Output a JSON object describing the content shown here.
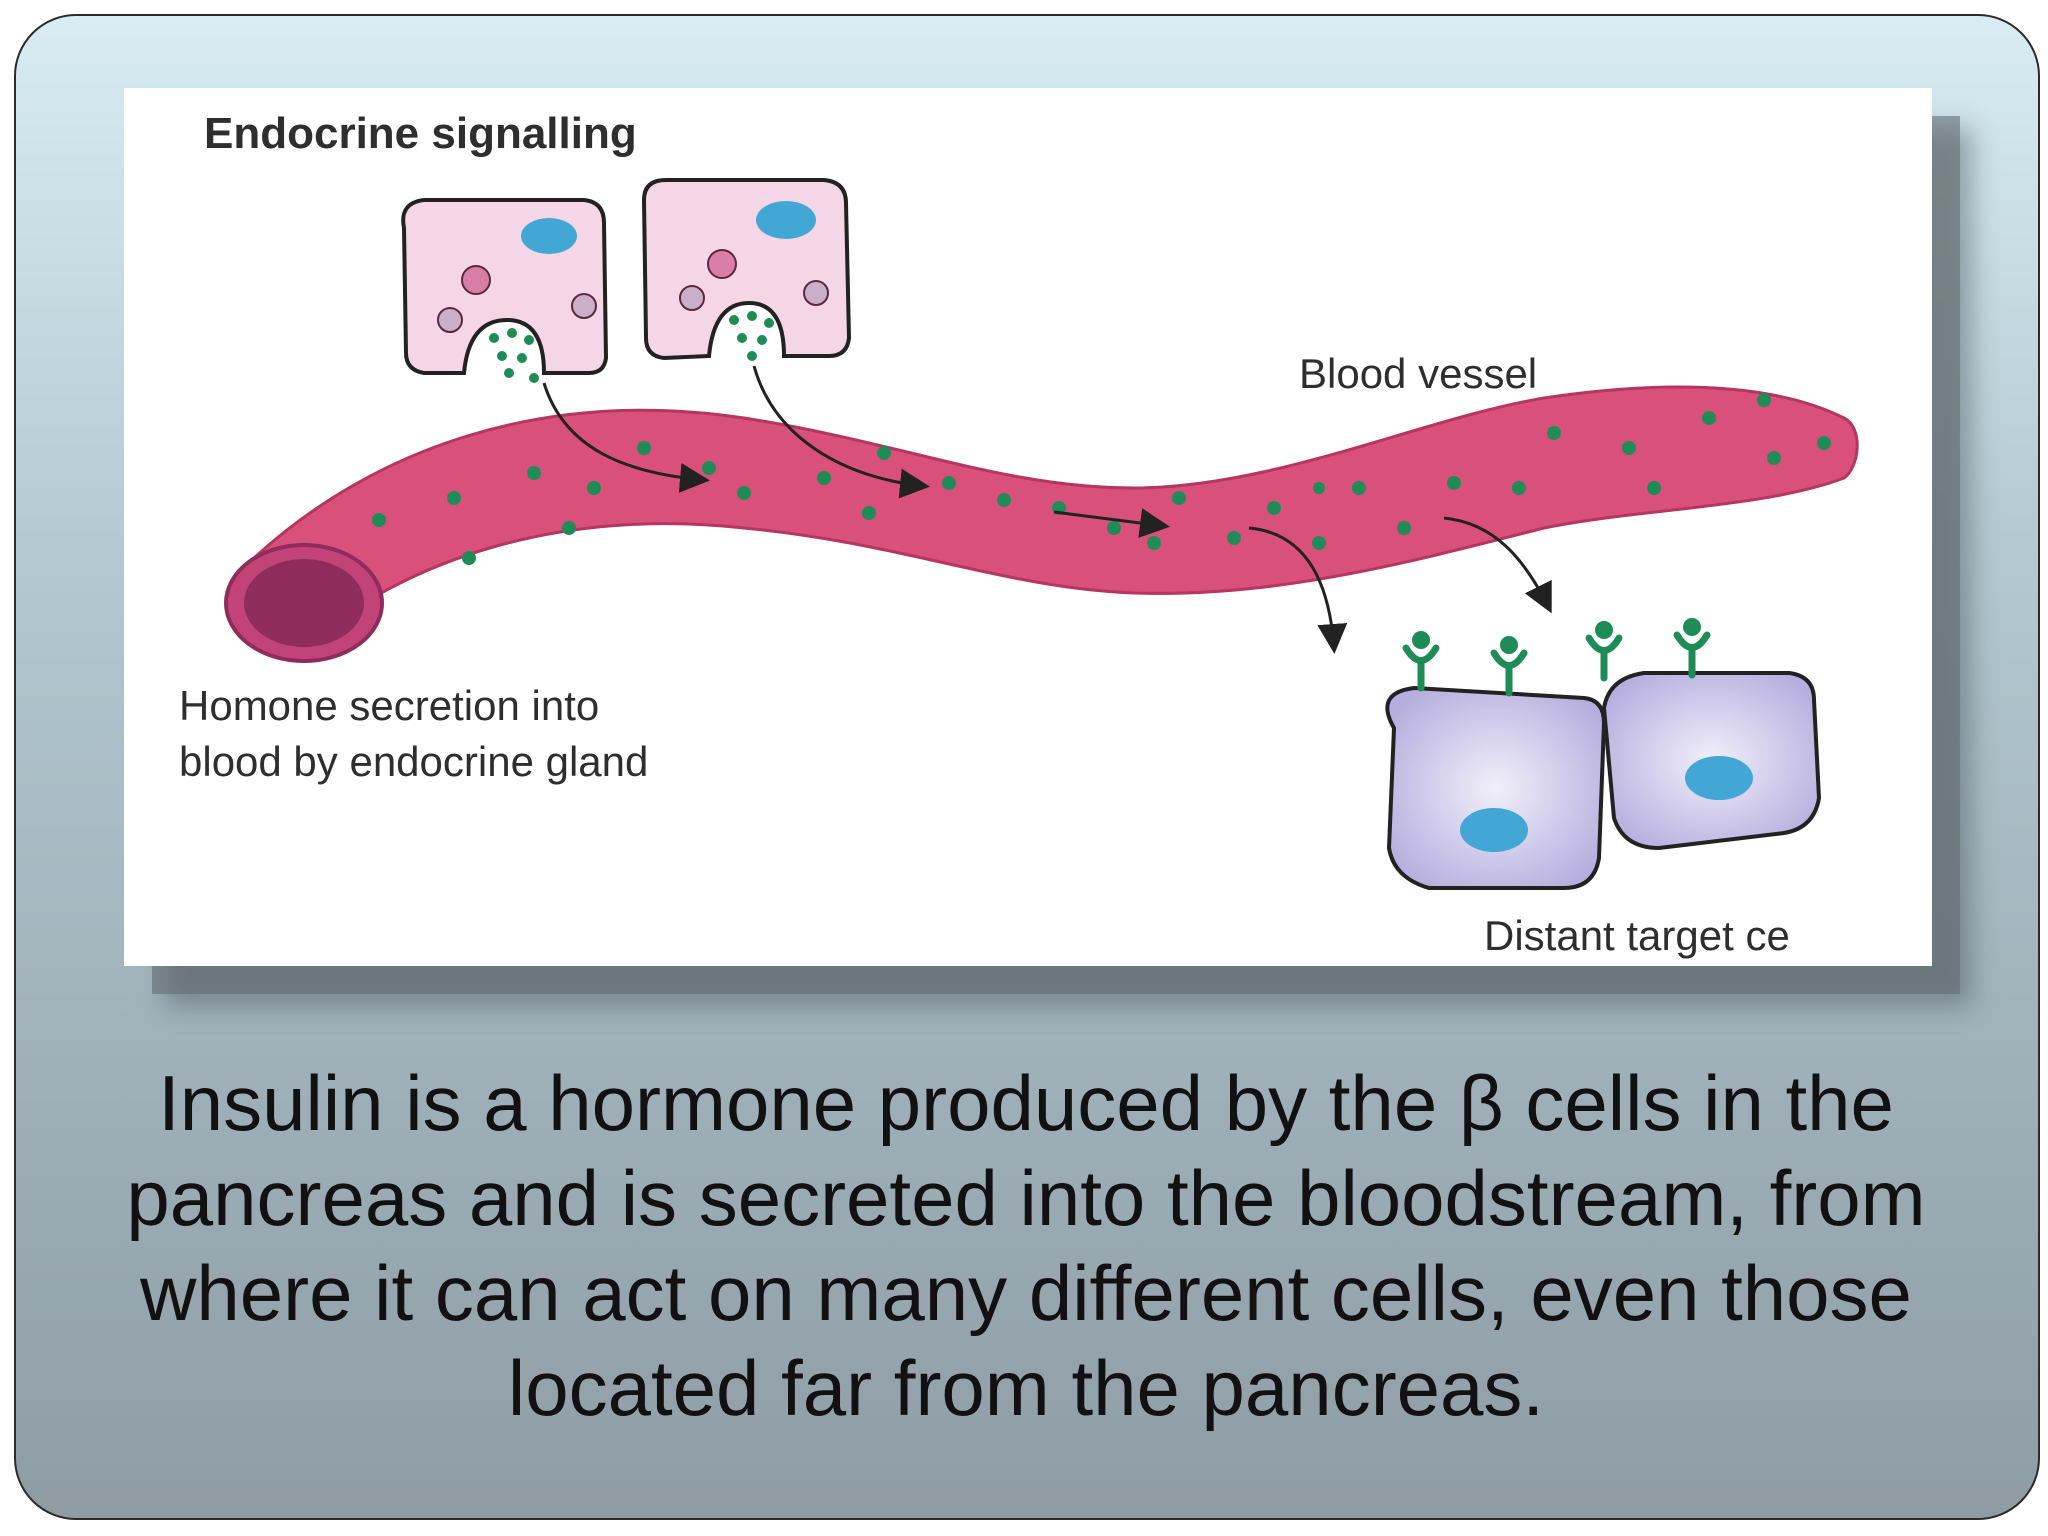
{
  "diagram": {
    "title": "Endocrine signalling",
    "labels": {
      "blood_vessel": "Blood vessel",
      "secretion_line1": "Homone secretion into",
      "secretion_line2": "blood by endocrine gland",
      "target": "Distant target ce"
    }
  },
  "caption": "Insulin is a hormone produced by the β cells in the pancreas and is secreted into the bloodstream, from where it can act on many different cells, even those located far from the pancreas.",
  "colors": {
    "vessel": "#d9507a",
    "vessel_lumen": "#8e2c5c",
    "hormone_dot": "#1f8c57",
    "gland_cell": "#f4d6e6",
    "target_cell": "#c8c0e8",
    "nucleus": "#43a7d6",
    "receptor": "#1f8c57"
  }
}
